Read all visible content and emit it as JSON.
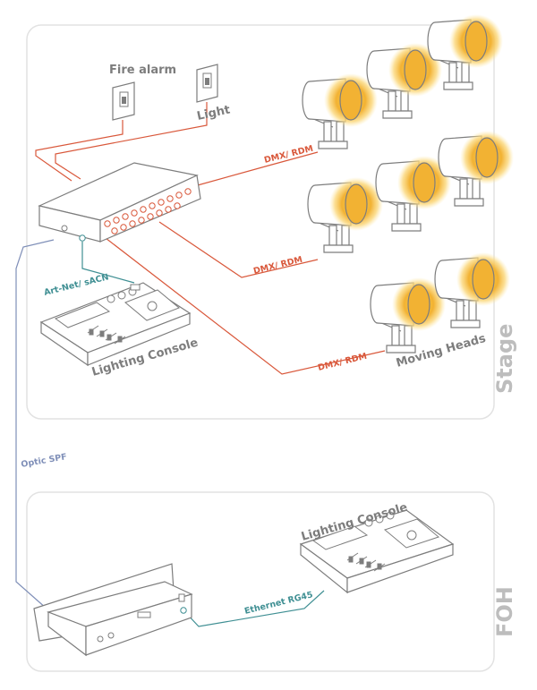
{
  "zones": {
    "stage": "Stage",
    "foh": "FOH"
  },
  "labels": {
    "fire_alarm": "Fire alarm",
    "light": "Light",
    "dmx1": "DMX/ RDM",
    "dmx2": "DMX/ RDM",
    "dmx3": "DMX/ RDM",
    "artnet": "Art-Net/ sACN",
    "stage_console": "Lighting Console",
    "moving_heads": "Moving Heads",
    "optic": "Optic SPF",
    "foh_console": "Lighting Console",
    "ethernet": "Ethernet RG45"
  },
  "colors": {
    "outline": "#7d7d7d",
    "dmx": "#d9583b",
    "network": "#3f8f93",
    "optic": "#7f8fb8",
    "lamp": "#f2b233",
    "lamp_glow": "#fde9a8",
    "zone_border": "#d8d8d8",
    "zone_text": "#bdbdbd"
  },
  "icons": [
    "switch-icon",
    "moving-head-icon",
    "node-icon",
    "console-icon"
  ]
}
